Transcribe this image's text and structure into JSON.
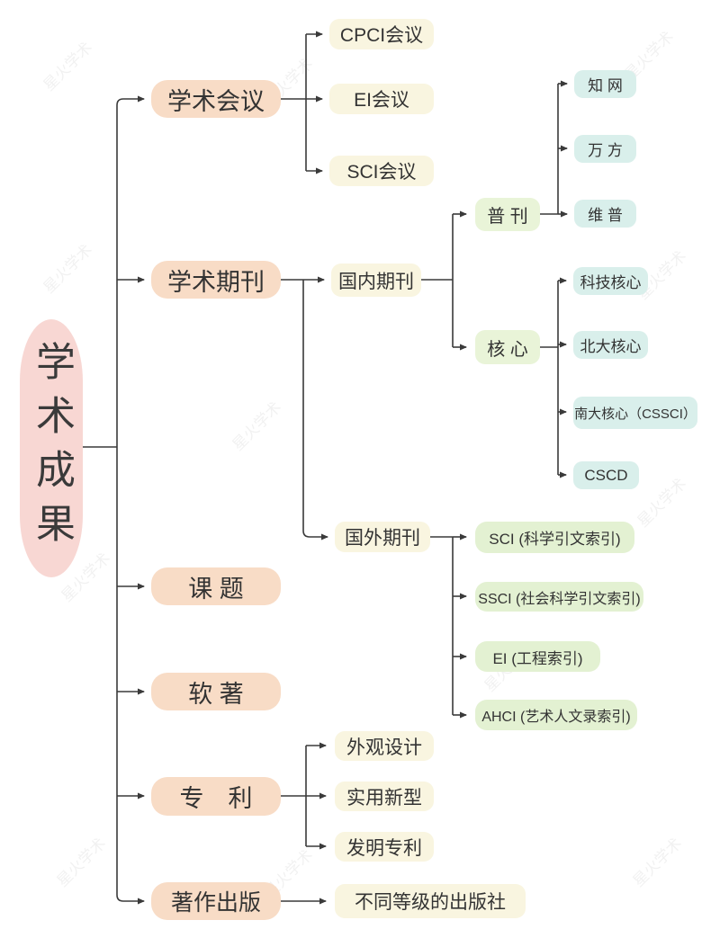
{
  "watermark": {
    "text": "星火学术"
  },
  "colors": {
    "root_bg": "#f8d7d3",
    "level1_bg": "#f8dcc6",
    "cream_bg": "#f9f5e0",
    "green_bg": "#e9f4d8",
    "green2_bg": "#e3f1d2",
    "cyan_bg": "#d9efeb",
    "line": "#3a3a3a",
    "text": "#333333"
  },
  "nodes": {
    "root": "学术成果",
    "conference": "学术会议",
    "cpci": "CPCI会议",
    "ei_conf": "EI会议",
    "sci_conf": "SCI会议",
    "journal": "学术期刊",
    "domestic": "国内期刊",
    "pukan": "普 刊",
    "cnki": "知 网",
    "wanfang": "万 方",
    "weipu": "维 普",
    "hexin": "核 心",
    "keji": "科技核心",
    "beida": "北大核心",
    "nanda": "南大核心（CSSCI）",
    "cscd": "CSCD",
    "foreign": "国外期刊",
    "sci_idx": "SCI (科学引文索引)",
    "ssci_idx": "SSCI (社会科学引文索引)",
    "ei_idx": "EI (工程索引)",
    "ahci_idx": "AHCI (艺术人文录索引)",
    "topic": "课 题",
    "software": "软 著",
    "patent": "专　利",
    "design": "外观设计",
    "utility": "实用新型",
    "invention": "发明专利",
    "book": "著作出版",
    "publisher": "不同等级的出版社"
  },
  "structure": {
    "root": "root",
    "children": [
      {
        "id": "conference",
        "children": [
          "cpci",
          "ei_conf",
          "sci_conf"
        ]
      },
      {
        "id": "journal",
        "children": [
          {
            "id": "domestic",
            "children": [
              {
                "id": "pukan",
                "children": [
                  "cnki",
                  "wanfang",
                  "weipu"
                ]
              },
              {
                "id": "hexin",
                "children": [
                  "keji",
                  "beida",
                  "nanda",
                  "cscd"
                ]
              }
            ]
          },
          {
            "id": "foreign",
            "children": [
              "sci_idx",
              "ssci_idx",
              "ei_idx",
              "ahci_idx"
            ]
          }
        ]
      },
      {
        "id": "topic"
      },
      {
        "id": "software"
      },
      {
        "id": "patent",
        "children": [
          "design",
          "utility",
          "invention"
        ]
      },
      {
        "id": "book",
        "children": [
          "publisher"
        ]
      }
    ]
  }
}
